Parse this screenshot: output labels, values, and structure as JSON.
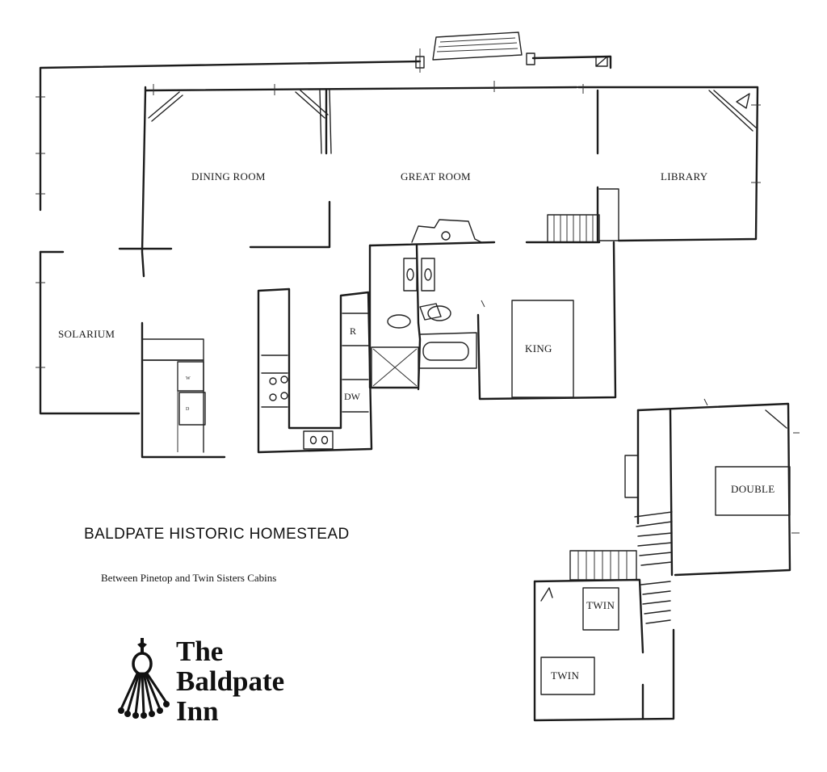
{
  "rooms": {
    "dining_room": "DINING ROOM",
    "great_room": "GREAT ROOM",
    "library": "LIBRARY",
    "solarium": "SOLARIUM",
    "king": "KING",
    "double": "DOUBLE",
    "twin_upper": "TWIN",
    "twin_lower": "TWIN"
  },
  "appliances": {
    "refrigerator": "R",
    "dishwasher": "DW",
    "washer": "W",
    "dryer": "D"
  },
  "title": "BALDPATE HISTORIC HOMESTEAD",
  "subtitle": "Between Pinetop and Twin Sisters Cabins",
  "logo": {
    "line1": "The",
    "line2": "Baldpate",
    "line3": "Inn",
    "icon": "key-ring-icon"
  }
}
